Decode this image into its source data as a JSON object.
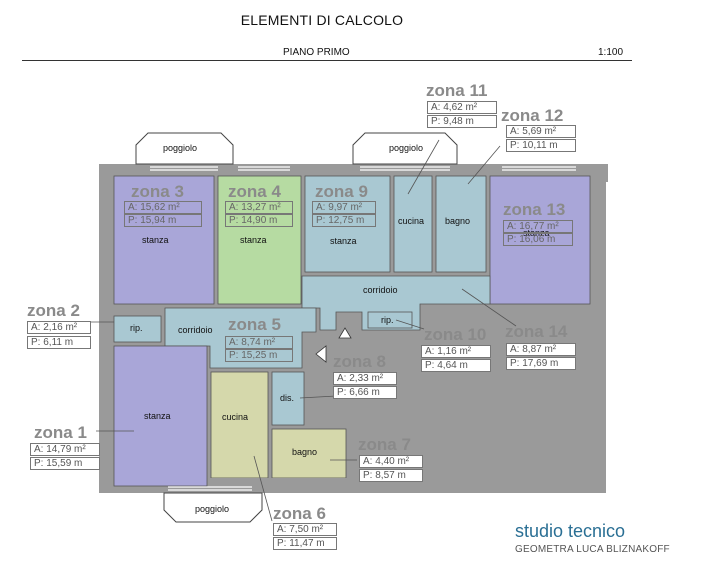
{
  "header": {
    "title": "ELEMENTI DI CALCOLO",
    "subtitle": "PIANO PRIMO",
    "scale": "1:100"
  },
  "rooms": {
    "stanza_3": "stanza",
    "stanza_4": "stanza",
    "stanza_9": "stanza",
    "cucina_10": "cucina",
    "bagno_12": "bagno",
    "stanza_13": "stanza",
    "corridoio_14": "corridoio",
    "rip_2": "rip.",
    "corridoio_5": "corridoio",
    "rip_10": "rip.",
    "stanza_1": "stanza",
    "cucina_6": "cucina",
    "dis_8": "dis.",
    "bagno_7": "bagno",
    "poggiolo_left": "poggiolo",
    "poggiolo_top": "poggiolo",
    "poggiolo_bottom": "poggiolo"
  },
  "zones": {
    "z1": {
      "name": "zona 1",
      "area": "A: 14,79 m²",
      "perimeter": "P: 15,59 m"
    },
    "z2": {
      "name": "zona 2",
      "area": "A: 2,16 m²",
      "perimeter": "P: 6,11 m"
    },
    "z3": {
      "name": "zona 3",
      "area": "A: 15,62 m²",
      "perimeter": "P: 15,94 m"
    },
    "z4": {
      "name": "zona 4",
      "area": "A: 13,27 m²",
      "perimeter": "P: 14,90 m"
    },
    "z5": {
      "name": "zona 5",
      "area": "A: 8,74 m²",
      "perimeter": "P: 15,25 m"
    },
    "z6": {
      "name": "zona 6",
      "area": "A: 7,50 m²",
      "perimeter": "P: 11,47 m"
    },
    "z7": {
      "name": "zona 7",
      "area": "A: 4,40 m²",
      "perimeter": "P: 8,57 m"
    },
    "z8": {
      "name": "zona 8",
      "area": "A: 2,33 m²",
      "perimeter": "P: 6,66 m"
    },
    "z9": {
      "name": "zona 9",
      "area": "A: 9,97 m²",
      "perimeter": "P: 12,75 m"
    },
    "z10": {
      "name": "zona 10",
      "area": "A: 1,16 m²",
      "perimeter": "P: 4,64 m"
    },
    "z11": {
      "name": "zona 11",
      "area": "A: 4,62 m²",
      "perimeter": "P: 9,48 m"
    },
    "z12": {
      "name": "zona 12",
      "area": "A: 5,69 m²",
      "perimeter": "P: 10,11 m"
    },
    "z13": {
      "name": "zona 13",
      "area": "A: 16,77 m²",
      "perimeter": "P: 16,06 m"
    },
    "z14": {
      "name": "zona 14",
      "area": "A: 8,87 m²",
      "perimeter": "P: 17,69 m"
    }
  },
  "footer": {
    "studio": "studio tecnico",
    "author": "GEOMETRA LUCA BLIZNAKOFF"
  },
  "colors": {
    "wall": "#9a9a9a",
    "blue_room": "#a9c8d2",
    "purple_room": "#a9a6d8",
    "green_room": "#b6dba2",
    "olive_room": "#d5d8ab",
    "accent": "#2a6f94"
  }
}
